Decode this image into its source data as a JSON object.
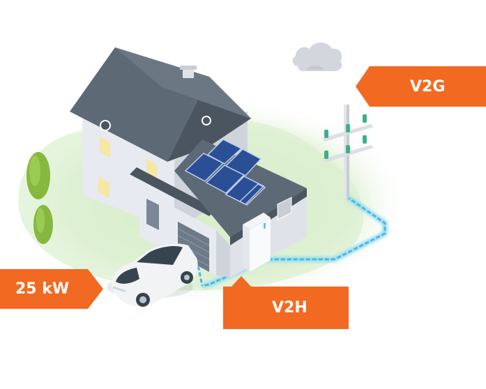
{
  "labels": {
    "v2g": "V2G",
    "power": "25 kW",
    "v2h": "V2H"
  },
  "colors": {
    "accent_orange": "#f26a21",
    "roof_gray": "#5d6a76",
    "wall_light": "#e7eaf0",
    "solar_blue": "#2b4f95",
    "cable_cyan": "#5ec8e8",
    "grass_green": "#d7ecc8",
    "tree_green": "#86b83f",
    "window_yellow": "#f6e7a2"
  },
  "icons": [
    "cloud-icon",
    "utility-pole-icon",
    "electric-car-icon",
    "home-battery-icon",
    "solar-panel-icon"
  ]
}
